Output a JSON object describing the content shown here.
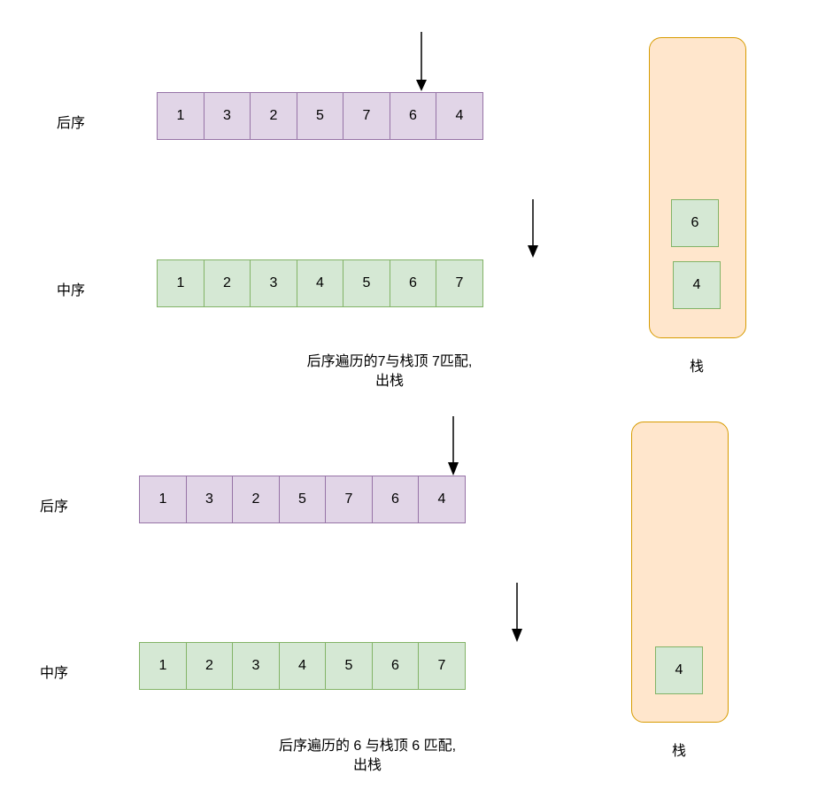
{
  "panels": [
    {
      "postorder": {
        "label": "后序",
        "values": [
          "1",
          "3",
          "2",
          "5",
          "7",
          "6",
          "4"
        ]
      },
      "inorder": {
        "label": "中序",
        "values": [
          "1",
          "2",
          "3",
          "4",
          "5",
          "6",
          "7"
        ]
      },
      "stack": {
        "label": "栈",
        "items": [
          "6",
          "4"
        ]
      },
      "caption": {
        "line1": "后序遍历的7与栈顶 7匹配,",
        "line2": "出栈"
      }
    },
    {
      "postorder": {
        "label": "后序",
        "values": [
          "1",
          "3",
          "2",
          "5",
          "7",
          "6",
          "4"
        ]
      },
      "inorder": {
        "label": "中序",
        "values": [
          "1",
          "2",
          "3",
          "4",
          "5",
          "6",
          "7"
        ]
      },
      "stack": {
        "label": "栈",
        "items": [
          "4"
        ]
      },
      "caption": {
        "line1": "后序遍历的 6 与栈顶 6 匹配,",
        "line2": "出栈"
      }
    }
  ],
  "colors": {
    "postorder_fill": "#e1d5e7",
    "postorder_stroke": "#9673a6",
    "inorder_fill": "#d5e8d4",
    "inorder_stroke": "#82b366",
    "stack_fill": "#ffe6cc",
    "stack_stroke": "#d79b00"
  }
}
